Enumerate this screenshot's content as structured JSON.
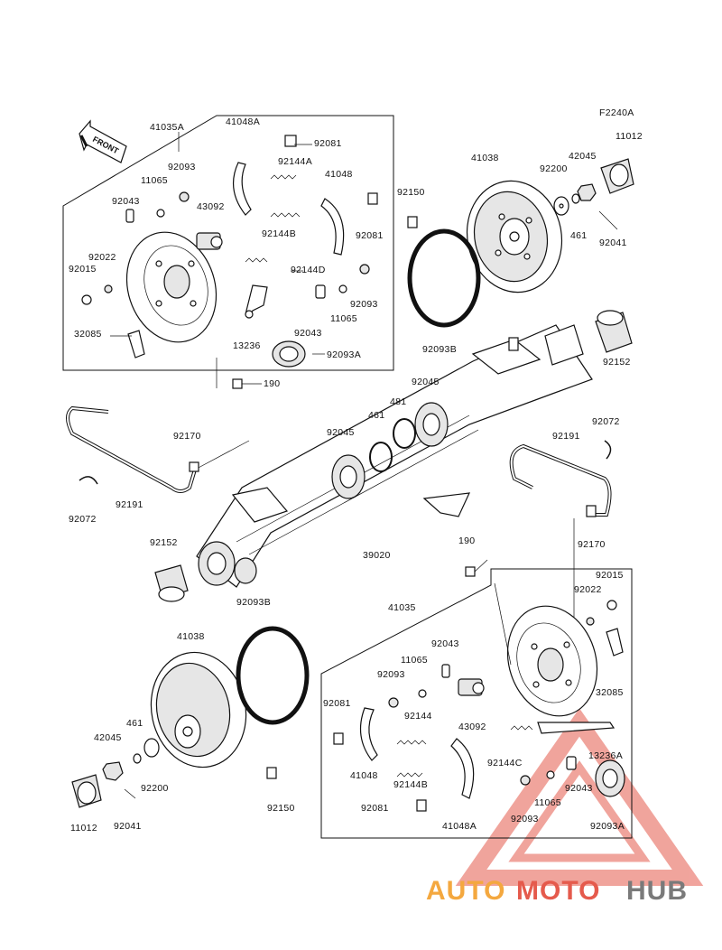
{
  "diagram": {
    "figure_code": "F2240A",
    "front_label": "FRONT",
    "labels": {
      "l41035A": "41035A",
      "l41048A_top": "41048A",
      "l92081_top1": "92081",
      "l92144A": "92144A",
      "l41048_top": "41048",
      "l92093_top": "92093",
      "l11065_top": "11065",
      "l92043_top": "92043",
      "l43092_top": "43092",
      "l92022_top": "92022",
      "l92015_top": "92015",
      "l92144B_top": "92144B",
      "l92081_top2": "92081",
      "l92144D": "92144D",
      "l92093_top2": "92093",
      "l11065_top2": "11065",
      "l92043_top2": "92043",
      "l13236": "13236",
      "l92093A_top": "92093A",
      "l32085_top": "32085",
      "l190_top": "190",
      "l92150_top": "92150",
      "l41038_top": "41038",
      "l92200_top": "92200",
      "l42045_top": "42045",
      "l11012_top": "11012",
      "l461_top": "461",
      "l92041_top": "92041",
      "l92093B_top": "92093B",
      "l92152_right": "92152",
      "l92045_a": "92045",
      "l481_a": "481",
      "l461_mid": "461",
      "l92045_b": "92045",
      "l92170_left": "92170",
      "l92072_left": "92072",
      "l92191_left": "92191",
      "l92191_right": "92191",
      "l92072_right": "92072",
      "l92170_right": "92170",
      "l92152_left": "92152",
      "l39020": "39020",
      "l190_mid": "190",
      "l41035": "41035",
      "l92015_bot": "92015",
      "l92022_bot": "92022",
      "l92093B_bot": "92093B",
      "l41038_bot": "41038",
      "l461_bot": "461",
      "l42045_bot": "42045",
      "l92200_bot": "92200",
      "l11012_bot": "11012",
      "l92041_bot": "92041",
      "l92150_bot": "92150",
      "l11065_bot": "11065",
      "l92043_bot": "92043",
      "l92093_bot": "92093",
      "l92081_bot1": "92081",
      "l92144_bot": "92144",
      "l43092_bot": "43092",
      "l32085_bot": "32085",
      "l41048_bot": "41048",
      "l92144B_bot": "92144B",
      "l92144C": "92144C",
      "l13236A": "13236A",
      "l92081_bot2": "92081",
      "l41048A_bot": "41048A",
      "l92093_bot2": "92093",
      "l11065_bot2": "11065",
      "l92043_bot2": "92043",
      "l92093A_bot": "92093A"
    }
  },
  "watermark": {
    "part1": "AUTO",
    "part2": "MOTO",
    "part3": "HUB",
    "color_auto": "#f4a83f",
    "color_moto": "#e55a4c",
    "color_hub": "#7a7a7a"
  }
}
